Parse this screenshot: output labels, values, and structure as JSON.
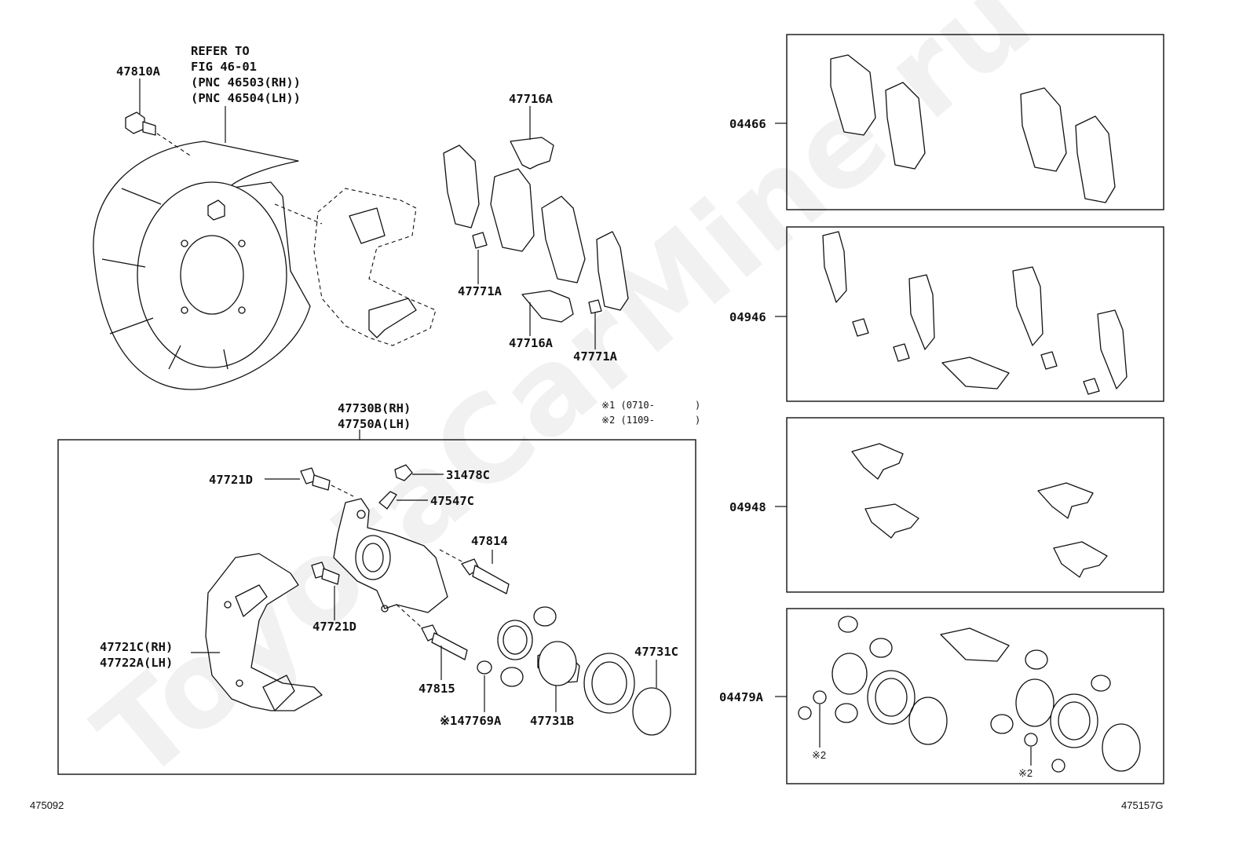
{
  "watermark": "ToyotaCarMine.ru",
  "note_refer": [
    "REFER TO",
    "FIG 46-01",
    "(PNC 46503(RH))",
    "(PNC 46504(LH))"
  ],
  "notes": {
    "n1": "※1 (0710-",
    "n1_end": ")",
    "n2": "※2 (1109-",
    "n2_end": ")"
  },
  "labels": {
    "p47810A": "47810A",
    "p47716A_top": "47716A",
    "p47771A_a": "47771A",
    "p47716A_bot": "47716A",
    "p47771A_b": "47771A",
    "caliper_rh": "47730B(RH)",
    "caliper_lh": "47750A(LH)",
    "p47721D_a": "47721D",
    "p31478C": "31478C",
    "p47547C": "47547C",
    "p47814": "47814",
    "p47721D_b": "47721D",
    "p47721C": "47721C(RH)",
    "p47722A": "47722A(LH)",
    "p47815": "47815",
    "p47769A": "※147769A",
    "p47731B": "47731B",
    "p47731C": "47731C",
    "k04466": "04466",
    "k04946": "04946",
    "k04948": "04948",
    "k04479A": "04479A",
    "mark2_a": "※2",
    "mark2_b": "※2"
  },
  "footer": {
    "left": "475092",
    "right": "475157G"
  }
}
